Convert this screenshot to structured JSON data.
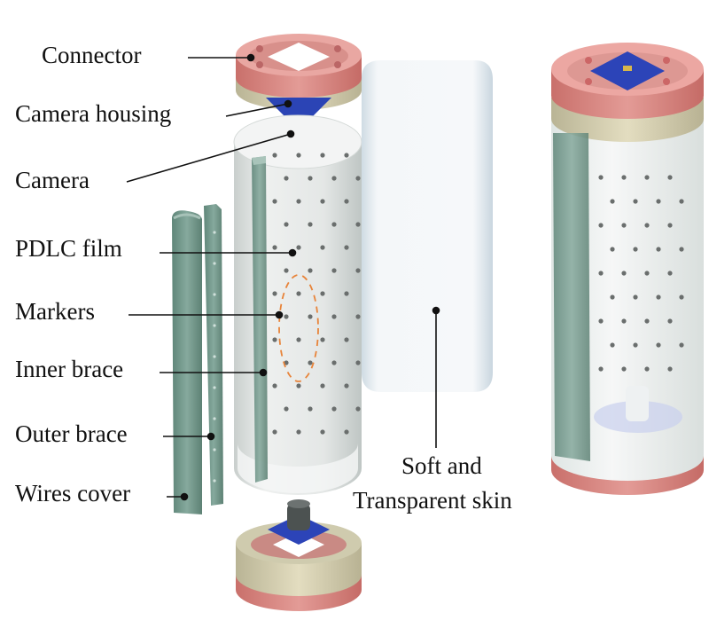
{
  "figure": {
    "labels": {
      "connector": "Connector",
      "camera_housing": "Camera housing",
      "camera": "Camera",
      "pdlc_film": "PDLC film",
      "markers": "Markers",
      "inner_brace": "Inner brace",
      "outer_brace": "Outer brace",
      "wires_cover": "Wires cover",
      "skin_line1": "Soft and",
      "skin_line2": "Transparent skin"
    },
    "colors": {
      "connector": "#d98a86",
      "housing": "#d8d2b4",
      "pcb": "#2c44b8",
      "brace": "#6f9589",
      "film": "#e6e9e8",
      "marker_outline": "#e8843a"
    }
  }
}
